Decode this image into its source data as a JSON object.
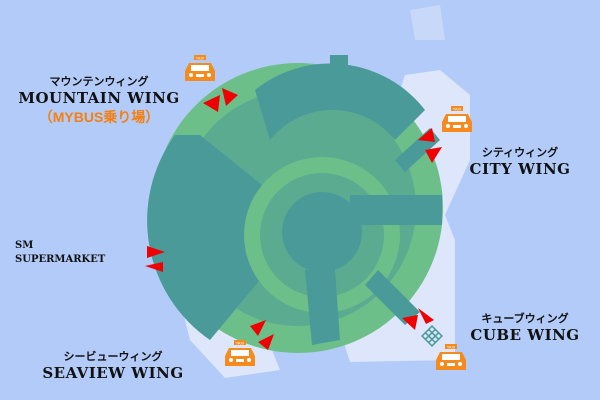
{
  "labels": {
    "mountain": {
      "jp": "マウンテンウィング",
      "en": "MOUNTAIN WING",
      "sub": "（MYBUS乗り場）"
    },
    "city": {
      "jp": "シティウィング",
      "en": "CITY WING"
    },
    "sm": {
      "line1": "SM",
      "line2": "SUPERMARKET"
    },
    "seaview": {
      "jp": "シービューウィング",
      "en": "SEAVIEW WING"
    },
    "cube": {
      "jp": "キューブウィング",
      "en": "CUBE WING"
    }
  },
  "taxi_sign": "TAXI",
  "colors": {
    "background": "#b3cbf9",
    "outer_ring": "#6dbf8a",
    "inner": "#4a9a9a",
    "taxi": "#f58a1f",
    "arrow": "#f00000"
  }
}
